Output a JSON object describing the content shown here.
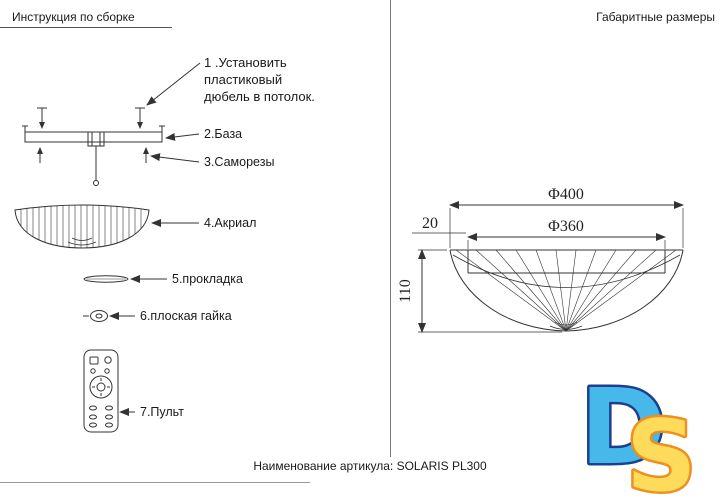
{
  "page": {
    "left_title": "Инструкция по сборке",
    "right_title": "Габаритные размеры",
    "article": "Наименование артикула: SOLARIS PL300"
  },
  "assembly_labels": {
    "step1_line1": "1 .Установить",
    "step1_line2": "пластиковый",
    "step1_line3": "дюбель в потолок.",
    "step2": "2.База",
    "step3": "3.Саморезы",
    "step4": "4.Акриал",
    "step5": "5.прокладка",
    "step6": "6.плоская гайка",
    "step7": "7.Пульт"
  },
  "dimensions": {
    "outer_diameter": "Φ400",
    "inner_diameter": "Φ360",
    "rim_width": "20",
    "height": "110"
  },
  "logo": {
    "letter_d": "D",
    "letter_s": "S",
    "d_fill": "#46b8e9",
    "d_stroke": "#1c3f8f",
    "s_fill": "#ffdb5c",
    "s_stroke": "#ef8f1f"
  }
}
